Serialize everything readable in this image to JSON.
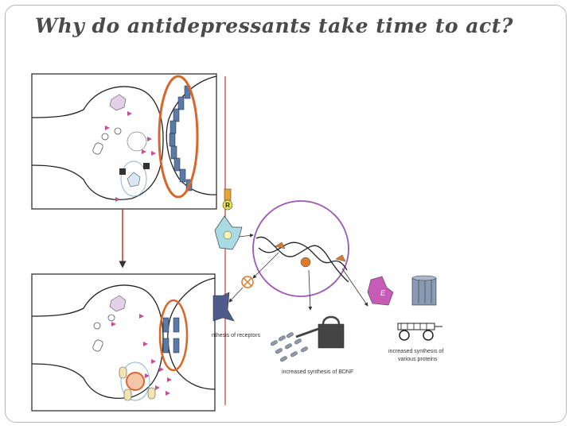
{
  "slide": {
    "title": "Why do antidepressants take time to act?"
  },
  "diagram": {
    "labels": {
      "synthesis_of_receptors": "nthesis of receptors",
      "bdnf": "increased synthesis of BDNF",
      "proteins_line1": "increased synthesis of",
      "proteins_line2": "various proteins",
      "receptor_letter": "R",
      "enzyme_letter": "E"
    },
    "colors": {
      "orange_highlight": "#d9662a",
      "red_line": "#c0392b",
      "purple_circle": "#9b59b6",
      "receptor_blue": "#5a7aa8",
      "transmitter_pink": "#c0508e"
    }
  }
}
